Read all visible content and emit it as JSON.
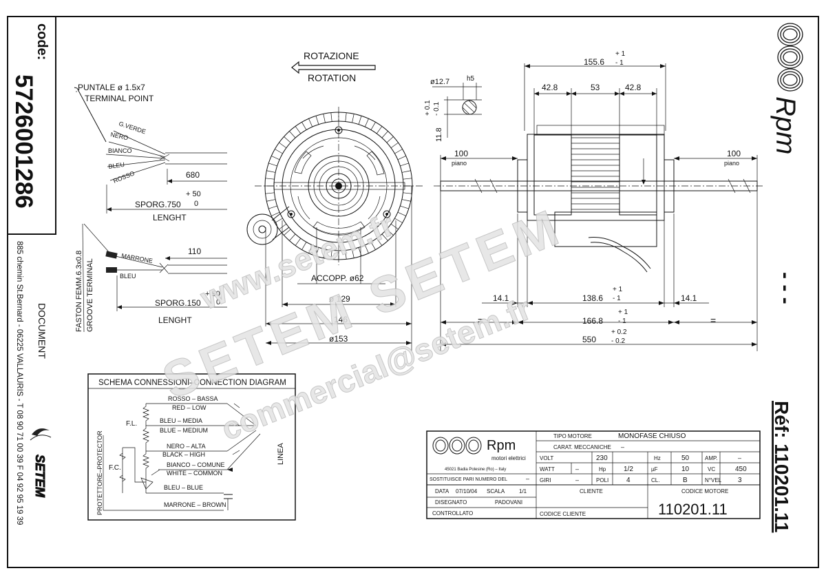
{
  "side": {
    "code_label": "code:",
    "code": "5726001286",
    "address": "885 chemin St.Bernard - 06225 VALLAURIS - T 08 90 71 00 39 F 04 92 95 19 39",
    "document": "DOCUMENT",
    "brand_logo": "SETEM"
  },
  "right": {
    "brand": "Rpm",
    "dashes": "- - -",
    "ref": "Réf: 110201.11"
  },
  "watermark": {
    "line1": "www.setem.fr",
    "line2": "SETEM SETEM",
    "line3": "commercial@setem.fr"
  },
  "rotation": {
    "it": "ROTAZIONE",
    "en": "ROTATION"
  },
  "terminal": {
    "puntale": "PUNTALE ø 1.5x7",
    "terminal_point": "TERMINAL POINT",
    "wires": [
      "G.VERDE",
      "NERO",
      "BIANCO",
      "BLEU",
      "ROSSO"
    ],
    "len680": "680",
    "tol_plus": "+ 50",
    "tol_zero": "0",
    "sporg750": "SPORG.750",
    "lenght": "LENGHT"
  },
  "faston": {
    "label1": "FASTON FEMM.6.3x0.8",
    "label2": "GROOVE TERMINAL",
    "wires": [
      "MARRONE",
      "BLEU"
    ],
    "len110": "110",
    "tol_plus": "+ 50",
    "tol_zero": "0",
    "sporg150": "SPORG.150",
    "lenght": "LENGHT"
  },
  "front_view": {
    "accopp": "ACCOPP. ø62",
    "d129": "ø 129",
    "d146": "146",
    "d153": "ø153"
  },
  "shaft": {
    "d127": "ø12.7",
    "h5": "h5",
    "tol": "+ 0.1\n- 0.1",
    "tol_plus": "+ 0.1",
    "tol_minus": "- 0.1",
    "h118": "11.8"
  },
  "side_view": {
    "d1556": "155.6",
    "d1556_tol": [
      "+ 1",
      "- 1"
    ],
    "d428a": "42.8",
    "d53": "53",
    "d428b": "42.8",
    "piano": "piano",
    "d100a": "100",
    "d100b": "100",
    "d141a": "14.1",
    "d1386": "138.6",
    "d1386_tol": [
      "+ 1",
      "- 1"
    ],
    "d141b": "14.1",
    "eq": "=",
    "d1668": "166.8",
    "d1668_tol": [
      "+ 1",
      "- 1"
    ],
    "d550": "550",
    "d550_tol": [
      "+ 0.2",
      "- 0.2"
    ]
  },
  "schema": {
    "title": "SCHEMA CONNESSIONI–CONNECTION DIAGRAM",
    "rows": [
      {
        "it": "ROSSO – BASSA",
        "en": "RED – LOW"
      },
      {
        "it": "BLEU – MEDIA",
        "en": "BLUE – MEDIUM"
      },
      {
        "it": "NERO – ALTA",
        "en": "BLACK – HIGH"
      },
      {
        "it": "BIANCO – COMUNE",
        "en": "WHITE – COMMON"
      },
      {
        "it": "BLEU – BLUE",
        "en": ""
      },
      {
        "it": "MARRONE – BROWN",
        "en": ""
      }
    ],
    "fl": "F.L.",
    "fc": "F.C.",
    "protector": "PROTETTORE–PROTECTOR",
    "linea": "LINEA"
  },
  "title_block": {
    "logo_name": "Rpm",
    "logo_sub": "motori elettrici",
    "logo_addr": "45021 Badia Polesine (Ro) – Italy",
    "sostituisce": "SOSTITUISCE PARI NUMERO DEL",
    "sostituisce_val": "–",
    "data_label": "DATA",
    "data_val": "07/10/04",
    "scala_label": "SCALA",
    "scala_val": "1/1",
    "disegnato_label": "DISEGNATO",
    "disegnato_val": "PADOVANI",
    "controllato_label": "CONTROLLATO",
    "tipo_motore_label": "TIPO MOTORE",
    "tipo_motore_val": "MONOFASE CHIUSO",
    "carat_label": "CARAT. MECCANICHE",
    "carat_val": "–",
    "volt_label": "VOLT",
    "volt_val": "230",
    "hz_label": "Hz",
    "hz_val": "50",
    "amp_label": "AMP.",
    "amp_val": "–",
    "watt_label": "WATT",
    "watt_val": "–",
    "hp_label": "Hp",
    "hp_val": "1/2",
    "uf_label": "µF",
    "uf_val": "10",
    "vc_label": "VC",
    "vc_val": "450",
    "giri_label": "GIRI",
    "giri_val": "–",
    "poli_label": "POLI",
    "poli_val": "4",
    "cl_label": "CL.",
    "cl_val": "B",
    "nvel_label": "N°VEL",
    "nvel_val": "3",
    "cliente_label": "CLIENTE",
    "codice_cliente_label": "CODICE CLIENTE",
    "codice_motore_label": "CODICE MOTORE",
    "codice_motore_val": "110201.11"
  }
}
